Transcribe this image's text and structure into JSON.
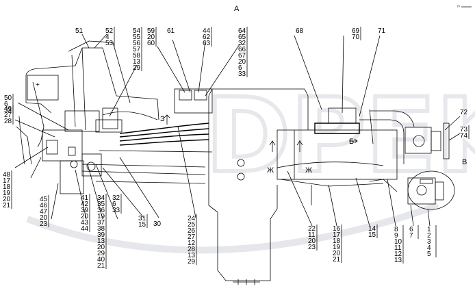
{
  "corner_mark": "ᵐ ═══",
  "view_labels": {
    "A": "А",
    "B": "Б",
    "V": "В",
    "Zh1": "Ж",
    "Zh2": "Ж",
    "Z": "З"
  },
  "callouts": [
    [
      "51"
    ],
    [
      "52",
      "4",
      "53"
    ],
    [
      "54",
      "55",
      "56",
      "57",
      "58",
      "13",
      "29"
    ],
    [
      "59",
      "20",
      "60"
    ],
    [
      "61"
    ],
    [
      "44",
      "62",
      "63"
    ],
    [
      "64",
      "65",
      "32",
      "66",
      "67",
      "20",
      "6",
      "33"
    ],
    [
      "68"
    ],
    [
      "69",
      "70"
    ],
    [
      "71"
    ],
    [
      "72"
    ],
    [
      "73",
      "74"
    ],
    [
      "50",
      "6",
      "33"
    ],
    [
      "49",
      "27",
      "28"
    ],
    [
      "48",
      "17",
      "18",
      "19",
      "20",
      "21"
    ],
    [
      "45",
      "46",
      "47",
      "20",
      "23"
    ],
    [
      "41",
      "42",
      "39",
      "20",
      "43",
      "44"
    ],
    [
      "34",
      "35",
      "36",
      "19",
      "37",
      "38",
      "39",
      "13",
      "20",
      "29",
      "40",
      "21"
    ],
    [
      "32",
      "6",
      "33"
    ],
    [
      "31",
      "15"
    ],
    [
      "30"
    ],
    [
      "24",
      "25",
      "26",
      "27",
      "12",
      "28",
      "13",
      "29"
    ],
    [
      "22",
      "11",
      "20",
      "23"
    ],
    [
      "16",
      "17",
      "18",
      "19",
      "20",
      "21"
    ],
    [
      "14",
      "15"
    ],
    [
      "8",
      "9",
      "10",
      "11",
      "12",
      "13"
    ],
    [
      "6",
      "7"
    ],
    [
      "1",
      "2",
      "3",
      "4",
      "5"
    ]
  ]
}
